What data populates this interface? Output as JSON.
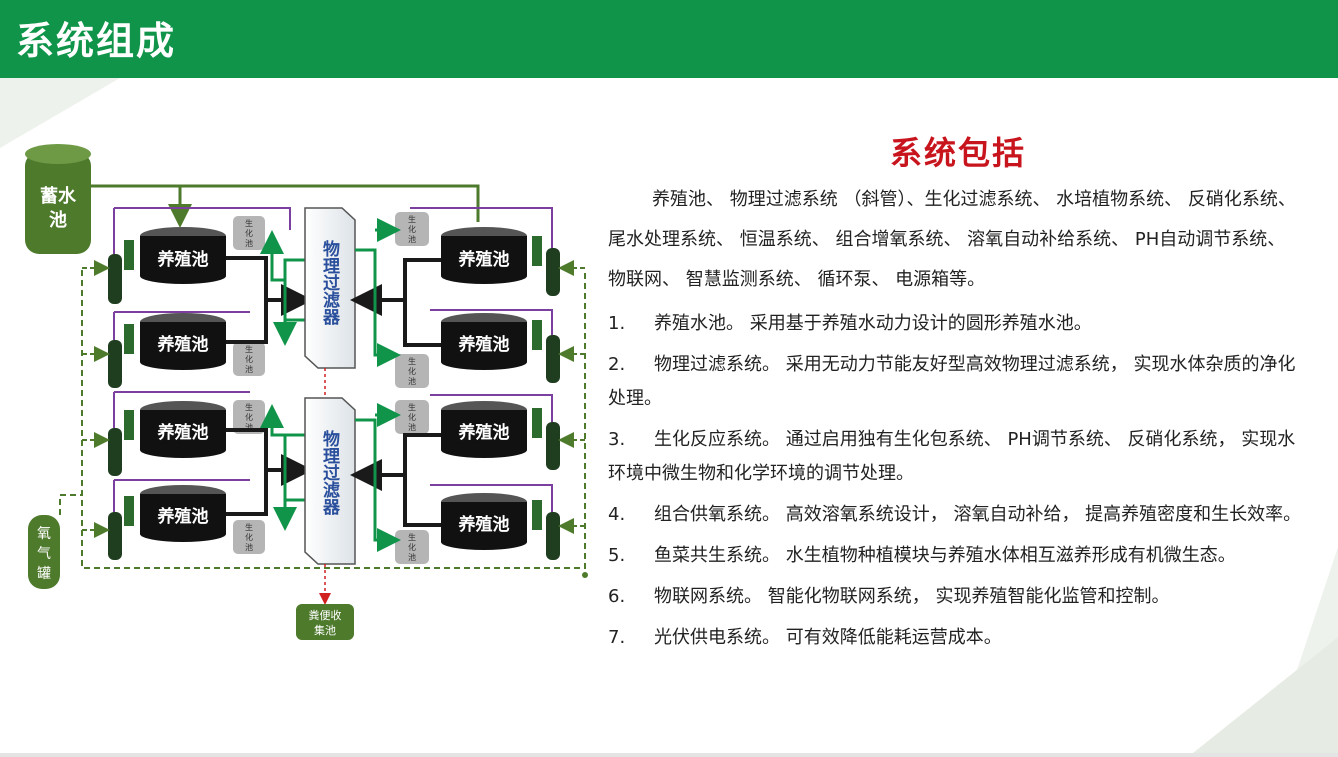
{
  "header": {
    "title": "系统组成"
  },
  "diagram": {
    "storage_tank": [
      "蓄水",
      "池"
    ],
    "oxygen_tank": [
      "氧",
      "气",
      "罐"
    ],
    "pond_label": "养殖池",
    "bio_label": [
      "生",
      "化",
      "池"
    ],
    "filter_label": "物理过滤器",
    "collect_label": [
      "粪便收",
      "集池"
    ],
    "colors": {
      "green": "#0f944a",
      "dark": "#1a1a1a",
      "olive": "#4e7a2c",
      "purple": "#7b3fa0"
    }
  },
  "right": {
    "title": "系统包括",
    "intro": "养殖池、 物理过滤系统 （斜管）、生化过滤系统、 水培植物系统、 反硝化系统、 尾水处理系统、 恒温系统、 组合增氧系统、 溶氧自动补给系统、 PH自动调节系统、 物联网、 智慧监测系统、 循环泵、 电源箱等。",
    "items": [
      {
        "num": "1.",
        "text": "养殖水池。 采用基于养殖水动力设计的圆形养殖水池。"
      },
      {
        "num": "2.",
        "text": "物理过滤系统。 采用无动力节能友好型高效物理过滤系统， 实现水体杂质的净化处理。"
      },
      {
        "num": "3.",
        "text": "生化反应系统。 通过启用独有生化包系统、 PH调节系统、 反硝化系统， 实现水环境中微生物和化学环境的调节处理。"
      },
      {
        "num": "4.",
        "text": "组合供氧系统。 高效溶氧系统设计， 溶氧自动补给， 提高养殖密度和生长效率。"
      },
      {
        "num": "5.",
        "text": "鱼菜共生系统。 水生植物种植模块与养殖水体相互滋养形成有机微生态。"
      },
      {
        "num": "6.",
        "text": "物联网系统。 智能化物联网系统， 实现养殖智能化监管和控制。"
      },
      {
        "num": "7.",
        "text": "光伏供电系统。 可有效降低能耗运营成本。"
      }
    ]
  }
}
